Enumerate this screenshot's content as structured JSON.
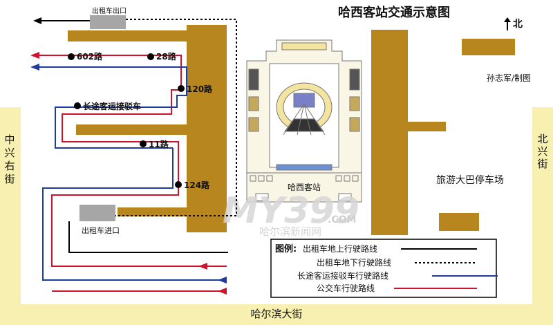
{
  "title": "哈西客站交通示意图",
  "north_label": "北",
  "credit": "孙志军/制图",
  "streets": {
    "left": "中兴右街",
    "right": "北兴街",
    "bottom": "哈尔滨大街"
  },
  "places": {
    "station": "哈西客站",
    "bus_parking": "旅游大巴停车场",
    "taxi_exit": "出租车出口",
    "taxi_entrance": "出租车进口"
  },
  "stops": {
    "r602": "602路",
    "r28": "28路",
    "r120": "120路",
    "shuttle": "长途客运接驳车",
    "r11": "11路",
    "r124": "124路"
  },
  "watermark": {
    "logo": "MY399",
    "domain": ".COM",
    "subtitle": "哈尔滨新闻网"
  },
  "legend": {
    "title": "图例:",
    "items": [
      {
        "label": "出租车地上行驶路线",
        "color": "#000000",
        "style": "solid"
      },
      {
        "label": "出租车地下行驶路线",
        "color": "#000000",
        "style": "dotted"
      },
      {
        "label": "长途客运接驳车行驶路线",
        "color": "#1f3b9e",
        "style": "solid"
      },
      {
        "label": "公交车行驶路线",
        "color": "#d0112b",
        "style": "solid"
      }
    ]
  },
  "colors": {
    "building": "#b8861e",
    "street": "#f7f0b0",
    "taxi_zone": "#a6a6a6",
    "bus_route": "#d0112b",
    "shuttle_route": "#1f3b9e",
    "taxi_route": "#000000"
  }
}
